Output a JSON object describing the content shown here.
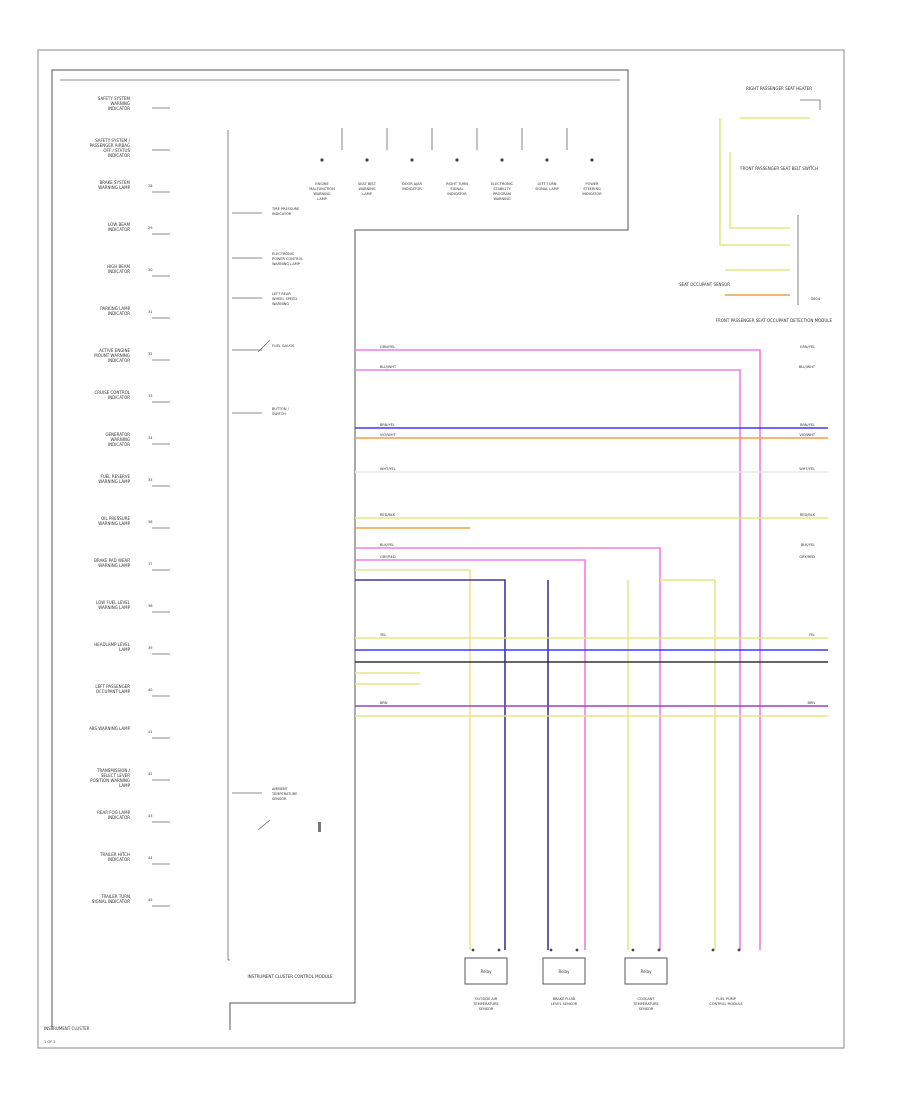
{
  "diagram": {
    "footer_left": "INSTRUMENT CLUSTER",
    "page_marker": "1 OF 2",
    "cluster_label": "INSTRUMENT CLUSTER CONTROL MODULE",
    "left_items": [
      {
        "label": "SAFETY SYSTEM WARNING INDICATOR",
        "pin": ""
      },
      {
        "label": "SAFETY SYSTEM / PASSENGER AIRBAG OFF / STATUS INDICATOR",
        "pin": ""
      },
      {
        "label": "BRAKE SYSTEM WARNING LAMP",
        "pin": "28"
      },
      {
        "label": "LOW BEAM INDICATOR",
        "pin": "29"
      },
      {
        "label": "HIGH BEAM INDICATOR",
        "pin": "30"
      },
      {
        "label": "PARKING LAMP INDICATOR",
        "pin": "31"
      },
      {
        "label": "ACTIVE ENGINE MOUNT WARNING INDICATOR",
        "pin": "32"
      },
      {
        "label": "CRUISE CONTROL INDICATOR",
        "pin": "33"
      },
      {
        "label": "GENERATOR WARNING INDICATOR",
        "pin": "34"
      },
      {
        "label": "FUEL RESERVE WARNING LAMP",
        "pin": "35"
      },
      {
        "label": "OIL PRESSURE WARNING LAMP",
        "pin": "36"
      },
      {
        "label": "BRAKE PAD WEAR WARNING LAMP",
        "pin": "37"
      },
      {
        "label": "LOW FUEL LEVEL WARNING LAMP",
        "pin": "38"
      },
      {
        "label": "HEADLAMP LEVEL LAMP",
        "pin": "39"
      },
      {
        "label": "LEFT PASSENGER OCCUPANT LAMP",
        "pin": "40"
      },
      {
        "label": "ABS WARNING LAMP",
        "pin": "41"
      },
      {
        "label": "TRANSMISSION / SELECT LEVER POSITION WARNING LAMP",
        "pin": "42"
      },
      {
        "label": "REAR FOG LAMP INDICATOR",
        "pin": "43"
      },
      {
        "label": "TRAILER HITCH INDICATOR",
        "pin": "44"
      },
      {
        "label": "TRAILER TURN SIGNAL INDICATOR",
        "pin": "45"
      }
    ],
    "top_items": [
      {
        "label": "ENGINE MALFUNCTION WARNING LAMP"
      },
      {
        "label": "SEAT BELT WARNING LAMP"
      },
      {
        "label": "DOOR AJAR INDICATOR"
      },
      {
        "label": "RIGHT TURN SIGNAL INDICATOR"
      },
      {
        "label": "ELECTRONIC STABILITY PROGRAM WARNING"
      },
      {
        "label": "LEFT TURN SIGNAL LAMP"
      },
      {
        "label": "POWER STEERING INDICATOR"
      }
    ],
    "mid_items": [
      {
        "label": "TIRE PRESSURE INDICATOR"
      },
      {
        "label": "ELECTRONIC POWER CONTROL WARNING LAMP"
      },
      {
        "label": "LEFT REAR WHEEL SPEED WARNING"
      },
      {
        "label": "FUEL GAUGE"
      },
      {
        "label": "BUTTON / SWITCH"
      },
      {
        "label": "AMBIENT TEMPERATURE SENSOR"
      }
    ],
    "right_top": {
      "title": "RIGHT PASSENGER SEAT HEATER",
      "sub": "FRONT PASSENGER SEAT BELT SWITCH",
      "ground": "G604",
      "bottom": "FRONT PASSENGER SEAT OCCUPANT DETECTION MODULE",
      "side": "SEAT OCCUPANT SENSOR"
    },
    "bottom_modules": [
      {
        "label": "OUTSIDE AIR TEMPERATURE SENSOR",
        "tag": "Relay"
      },
      {
        "label": "BRAKE FLUID LEVEL SENSOR",
        "tag": "Relay"
      },
      {
        "label": "COOLANT TEMPERATURE SENSOR",
        "tag": "Relay"
      },
      {
        "label": "FUEL PUMP CONTROL MODULE",
        "tag": ""
      }
    ],
    "wire_labels": [
      "GRN/YEL",
      "BLU/WHT",
      "BRN/YEL",
      "VIO/WHT",
      "WHT/YEL",
      "RED/BLK",
      "BLK/YEL",
      "GRY/RED",
      "YEL",
      "BRN"
    ],
    "colors": {
      "pink": "#f07ee8",
      "blue": "#3a3aff",
      "orange": "#f0a040",
      "yellow": "#e6e68a",
      "violet": "#a040c0",
      "gray": "#9a9a9a",
      "black": "#333333",
      "white": "#e8e8e8",
      "navy": "#3a3a9a"
    }
  }
}
